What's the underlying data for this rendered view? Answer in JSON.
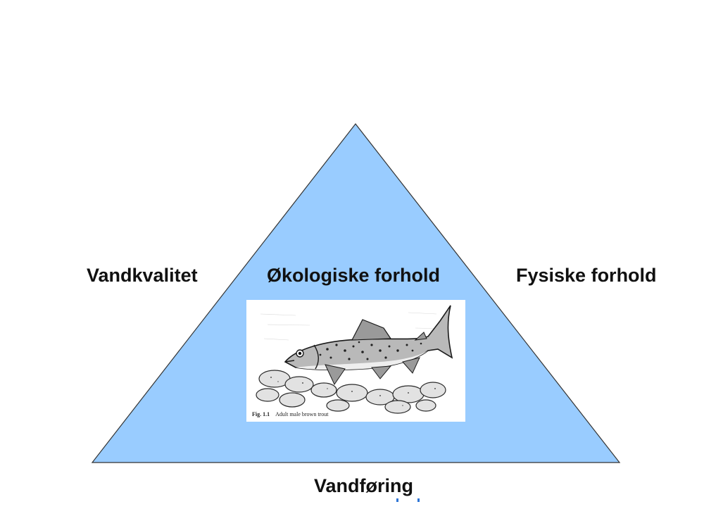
{
  "diagram": {
    "labels": {
      "left": "Vandkvalitet",
      "center": "Økologiske forhold",
      "right": "Fysiske forhold",
      "bottom": "Vandføring"
    },
    "photo": {
      "caption_fig": "Fig. 1.1",
      "caption_text": "Adult male brown trout"
    },
    "colors": {
      "triangle_fill": "#99CCFF",
      "triangle_stroke": "#333333",
      "marks": "#2e75d6"
    }
  }
}
